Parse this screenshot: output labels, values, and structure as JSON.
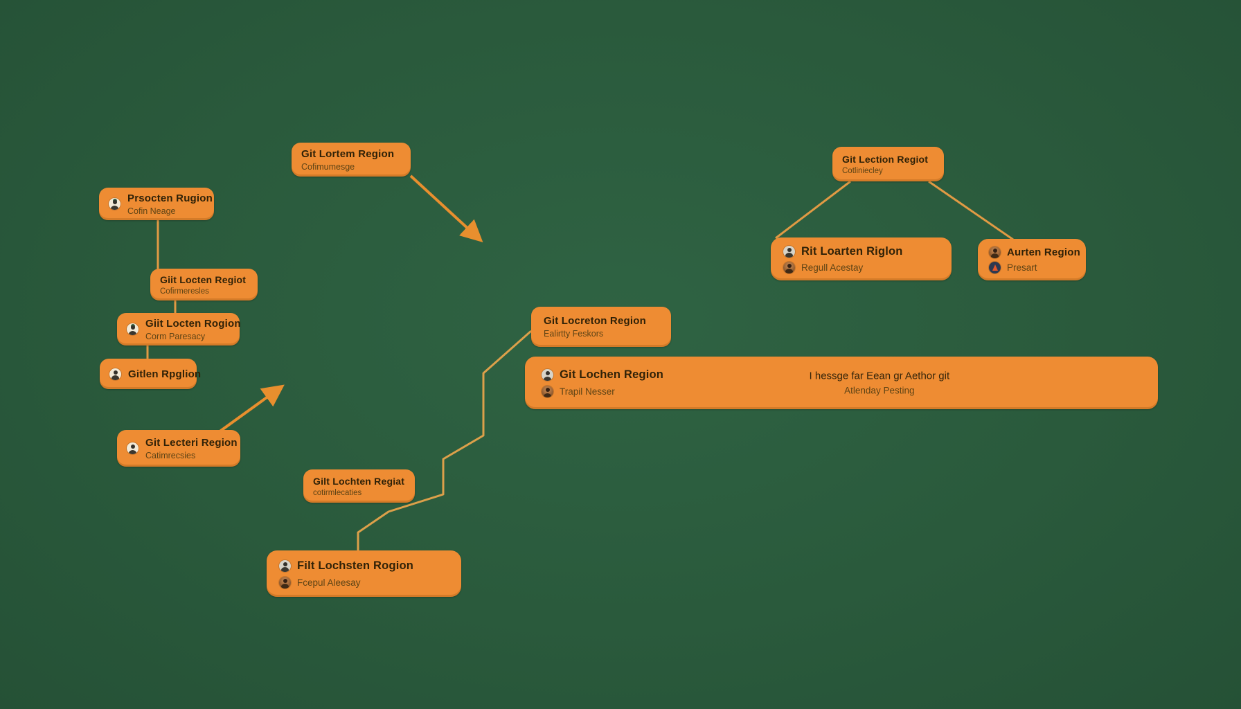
{
  "canvas": {
    "background_color": "#2A5A3C",
    "node_color": "#EE8C33",
    "line_color": "#E09A44",
    "arrow_color": "#E88F2E",
    "title_color": "#2F2107",
    "subtitle_color": "#5D4315"
  },
  "nodes": [
    {
      "title": "Prsocten Rugion",
      "subtitle": "Cofin Neage"
    },
    {
      "title": "Giit Locten Regiot",
      "subtitle": "Cofirmeresles"
    },
    {
      "title": "Giit Locten Rogion",
      "subtitle": "Corm Paresacy"
    },
    {
      "title": "Gitlen Rpglion",
      "subtitle": ""
    },
    {
      "title": "Git Lecteri Region",
      "subtitle": "Catimrecsies"
    },
    {
      "title": "Git Lortem Region",
      "subtitle": "Cofimumesge"
    },
    {
      "title": "Gilt Lochten Regiat",
      "subtitle": "cotirmlecaties"
    },
    {
      "title": "Filt Lochsten Rogion",
      "subtitle": "Fcepul Aleesay"
    },
    {
      "title": "Git Locreton Region",
      "subtitle": "Ealirtty Feskors"
    },
    {
      "title": "Git Lochen Region",
      "subtitle": "Trapil Nesser",
      "message_line1": "I hessge far Eean gr Aethor git",
      "message_line2": "Atlenday Pesting"
    },
    {
      "title": "Git Lection Regiot",
      "subtitle": "Cotliniecley"
    },
    {
      "title": "Rit Loarten Riglon",
      "subtitle": "Regull Acestay"
    },
    {
      "title": "Aurten Region",
      "subtitle": "Presart"
    }
  ]
}
